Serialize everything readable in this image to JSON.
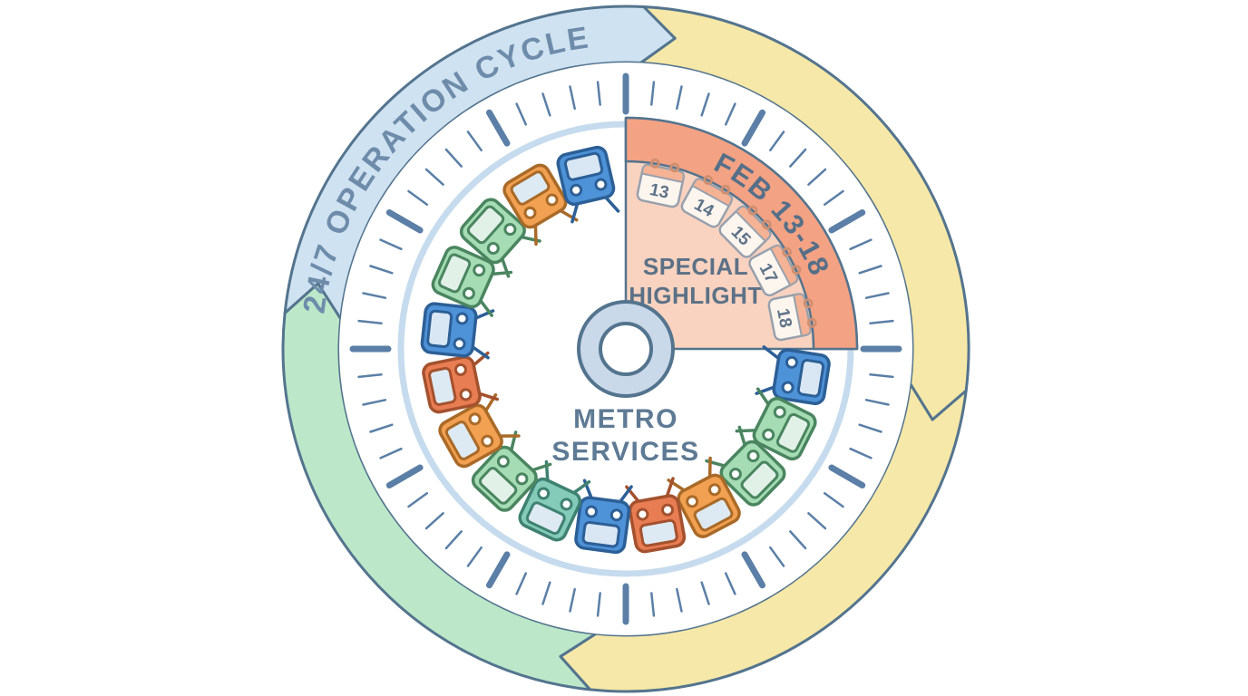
{
  "scene": {
    "background": "#ffffff",
    "outline_color": "#54748E"
  },
  "outer_ring": {
    "label": "24/7 OPERATION CYCLE",
    "label_color": "#6E8CAA",
    "segments": [
      {
        "name": "cycle-segment-blue",
        "color": "#CFE2F1",
        "start": 276,
        "end": 363
      },
      {
        "name": "cycle-segment-yellow-upper",
        "color": "#F6E8A8",
        "start": 3,
        "end": 97
      },
      {
        "name": "cycle-segment-yellow-lower",
        "color": "#F6E8A8",
        "start": 97,
        "end": 186
      },
      {
        "name": "cycle-segment-green",
        "color": "#BCE7C9",
        "start": 186,
        "end": 276
      }
    ]
  },
  "dial": {
    "tick_color": "#5B7FA6",
    "tick_count": 60,
    "major_every": 5,
    "inner_ring_color": "#C6DBEE"
  },
  "highlight_wedge": {
    "band_label": "FEB 13-18",
    "band_label_color": "#566F88",
    "band_color": "#F3A283",
    "fill_color": "#F9D3C0",
    "line1": "SPECIAL",
    "line2": "HIGHLIGHT",
    "text_color": "#5C7186",
    "start_angle": 0,
    "end_angle": 90,
    "calendar_dates": [
      "13",
      "14",
      "15",
      "17",
      "18"
    ]
  },
  "calendar": {
    "radius": 190,
    "angles": [
      12,
      29,
      45.5,
      62,
      79
    ],
    "body_color": "#FDF6EF",
    "header_color": "#F5B294",
    "stroke_color": "#98A0AC",
    "ring_color": "#CF8F70",
    "number_color": "#5E7288"
  },
  "hub": {
    "ring_color": "#C9D9EA",
    "center_color": "#FFFFFF"
  },
  "center_label": {
    "line1": "METRO",
    "line2": "SERVICES",
    "color": "#5E7A94"
  },
  "trains": {
    "radius": 196,
    "start_angle": 99,
    "end_angle": 347,
    "colors": [
      "blue",
      "green",
      "green",
      "amber",
      "red",
      "blue",
      "teal",
      "green",
      "amber",
      "red",
      "blue",
      "green",
      "green",
      "amber",
      "blue"
    ],
    "palette": {
      "blue": {
        "body": "#4E92D8",
        "stroke": "#2C5F96",
        "window": "#D9E7F4"
      },
      "green": {
        "body": "#A5DCB4",
        "stroke": "#4A8560",
        "window": "#E2F1E8"
      },
      "amber": {
        "body": "#F2A051",
        "stroke": "#A96A28",
        "window": "#DDEAF3"
      },
      "red": {
        "body": "#E87D53",
        "stroke": "#A4512E",
        "window": "#DDEAF3"
      },
      "teal": {
        "body": "#85CBB9",
        "stroke": "#3F8171",
        "window": "#DDEAF3"
      }
    }
  }
}
